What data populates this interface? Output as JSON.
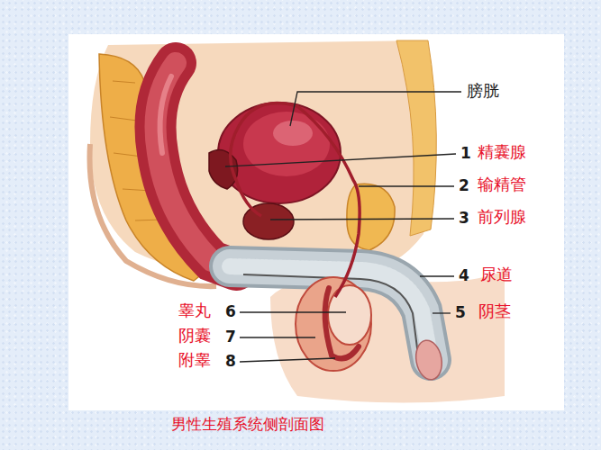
{
  "diagram": {
    "caption": "男性生殖系统侧剖面图",
    "labels": [
      "膀胱",
      "1",
      "精囊腺",
      "2",
      "输精管",
      "3",
      "前列腺",
      "4",
      "尿道",
      "5",
      "阴茎",
      "睾丸",
      "6",
      "阴囊",
      "7",
      "附睾",
      "8"
    ]
  }
}
